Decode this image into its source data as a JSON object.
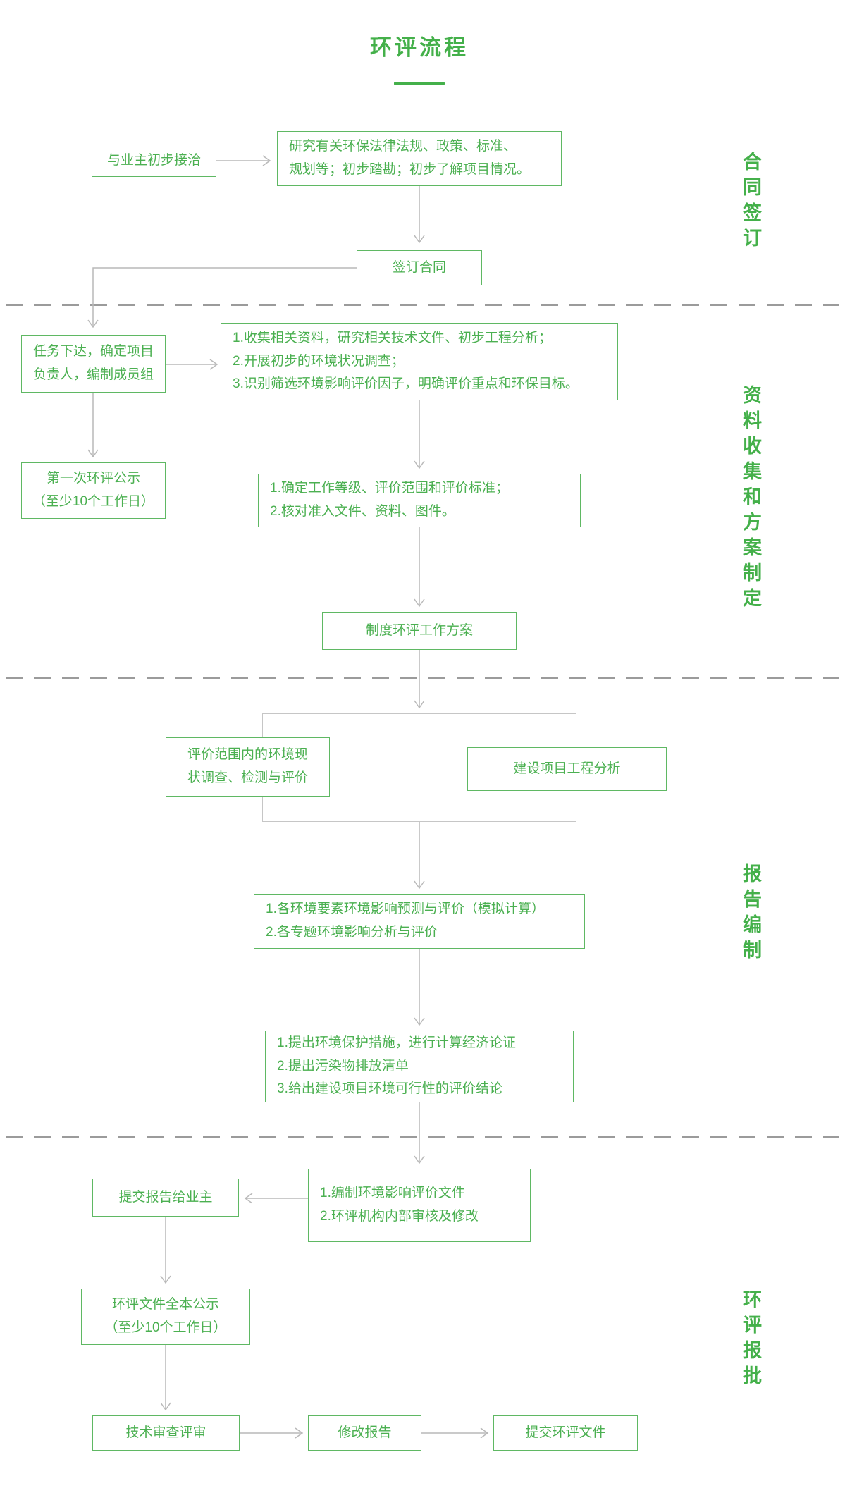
{
  "page": {
    "title": "环评流程"
  },
  "sections": [
    {
      "label": "合同签订"
    },
    {
      "label": "资料收集和方案制定"
    },
    {
      "label": "报告编制"
    },
    {
      "label": "环评报批"
    }
  ],
  "nodes": {
    "initial_contact": "与业主初步接洽",
    "research": "研究有关环保法律法规、政策、标准、\n规划等；初步踏勘；初步了解项目情况。",
    "sign_contract": "签订合同",
    "task_assign": "任务下达，确定项目\n负责人，编制成员组",
    "collect_info": "1.收集相关资料，研究相关技术文件、初步工程分析；\n2.开展初步的环境状况调查；\n3.识别筛选环境影响评价因子，明确评价重点和环保目标。",
    "first_publicity": "第一次环评公示\n（至少10个工作日）",
    "determine_level": "1.确定工作等级、评价范围和评价标准；\n2.核对准入文件、资料、图件。",
    "work_plan": "制度环评工作方案",
    "status_survey": "评价范围内的环境现\n状调查、检测与评价",
    "project_analysis": "建设项目工程分析",
    "impact_prediction": "1.各环境要素环境影响预测与评价（模拟计算）\n2.各专题环境影响分析与评价",
    "protection_measures": "1.提出环境保护措施，进行计算经济论证\n2.提出污染物排放清单\n3.给出建设项目环境可行性的评价结论",
    "compile_report": "1.编制环境影响评价文件\n2.环评机构内部审核及修改",
    "submit_to_owner": "提交报告给业主",
    "full_publicity": "环评文件全本公示\n（至少10个工作日）",
    "technical_review": "技术审查评审",
    "revise_report": "修改报告",
    "submit_eia": "提交环评文件"
  },
  "colors": {
    "green_text": "#4bb051",
    "green_border": "#5fb863",
    "title_green": "#44b04a",
    "connector_gray": "#b9b9b9",
    "dashed_gray": "#9b9b9b",
    "group_border_gray": "#c6c6c6"
  }
}
